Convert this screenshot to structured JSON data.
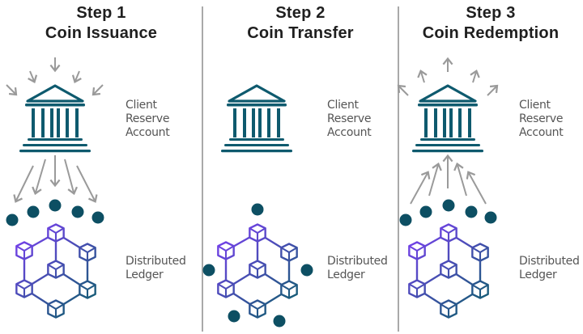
{
  "steps": [
    {
      "step": "Step 1",
      "name": "Coin Issuance",
      "reserve_label": [
        "Client",
        "Reserve",
        "Account"
      ],
      "ledger_label": [
        "Distributed",
        "Ledger"
      ],
      "flow": "into-bank-and-down-to-ledger"
    },
    {
      "step": "Step 2",
      "name": "Coin Transfer",
      "reserve_label": [
        "Client",
        "Reserve",
        "Account"
      ],
      "ledger_label": [
        "Distributed",
        "Ledger"
      ],
      "flow": "coins-circulate-on-ledger"
    },
    {
      "step": "Step 3",
      "name": "Coin Redemption",
      "reserve_label": [
        "Client",
        "Reserve",
        "Account"
      ],
      "ledger_label": [
        "Distributed",
        "Ledger"
      ],
      "flow": "up-from-ledger-and-out-of-bank"
    }
  ],
  "icons": {
    "reserve": "bank-building-icon",
    "ledger": "blockchain-network-icon",
    "coin": "coin-dot-icon",
    "arrow": "arrow-icon"
  },
  "colors": {
    "bank": "#0e5a6e",
    "coin": "#0d4f63",
    "arrow": "#9a9a9a",
    "ledger_gradient_start": "#7b3ff2",
    "ledger_gradient_end": "#0f5e6e",
    "divider": "#a9a9a9",
    "title": "#1f1f1f",
    "label": "#555555"
  }
}
